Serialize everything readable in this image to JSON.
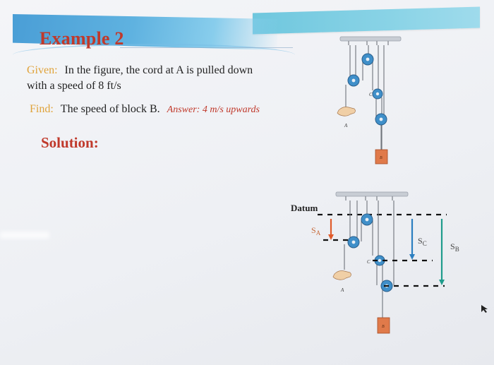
{
  "slide": {
    "title": "Example 2",
    "given_label": "Given:",
    "given_text_1": "In the figure, the cord at A is pulled down",
    "given_text_2": "with a speed of 8 ft/s",
    "find_label": "Find:",
    "find_text": "The speed of block B.",
    "answer_text": "Answer: 4 m/s upwards",
    "solution_heading": "Solution:"
  },
  "figure_top": {
    "label_a": "A",
    "label_c": "C",
    "label_b": "B"
  },
  "figure_bottom": {
    "datum_label": "Datum",
    "label_sa": "S",
    "label_sa_sub": "A",
    "label_sc": "S",
    "label_sc_sub": "C",
    "label_sb": "S",
    "label_sb_sub": "B",
    "label_a": "A",
    "label_c": "C",
    "label_b": "B"
  },
  "colors": {
    "title_red": "#c0392b",
    "label_orange": "#e0a33a",
    "banner_blue": "#5fb2e0",
    "pulley_blue": "#3f8fc9",
    "arrow_orange": "#e05a2a",
    "arrow_blue": "#2c7fc0",
    "arrow_teal": "#1f9c8c",
    "block_orange": "#e07a4a"
  }
}
